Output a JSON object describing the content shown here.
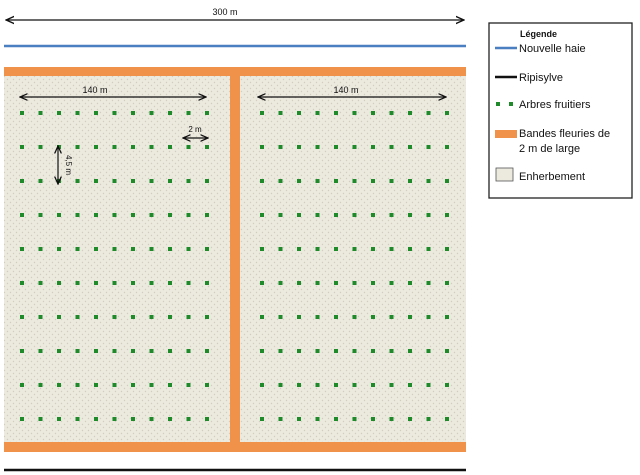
{
  "dimensions": {
    "total_width": "300 m",
    "plot_width_left": "140 m",
    "plot_width_right": "140 m",
    "tree_spacing": "2 m",
    "row_spacing": "4,5 m"
  },
  "legend": {
    "title": "Légende",
    "items": {
      "hedge": "Nouvelle haie",
      "riparian": "Ripisylve",
      "trees": "Arbres fruitiers",
      "flower_strips_line1": "Bandes fleuries de",
      "flower_strips_line2": "2 m de large",
      "grass": "Enherbement"
    }
  },
  "colors": {
    "hedge": "#4a7fc1",
    "riparian": "#111111",
    "tree": "#1f8a2a",
    "flower_strip": "#f0924a",
    "grass": "#ece9df",
    "arrow": "#111111",
    "legend_border": "#222222"
  },
  "tree_grid": {
    "rows": 10,
    "columns_per_plot": 11
  }
}
